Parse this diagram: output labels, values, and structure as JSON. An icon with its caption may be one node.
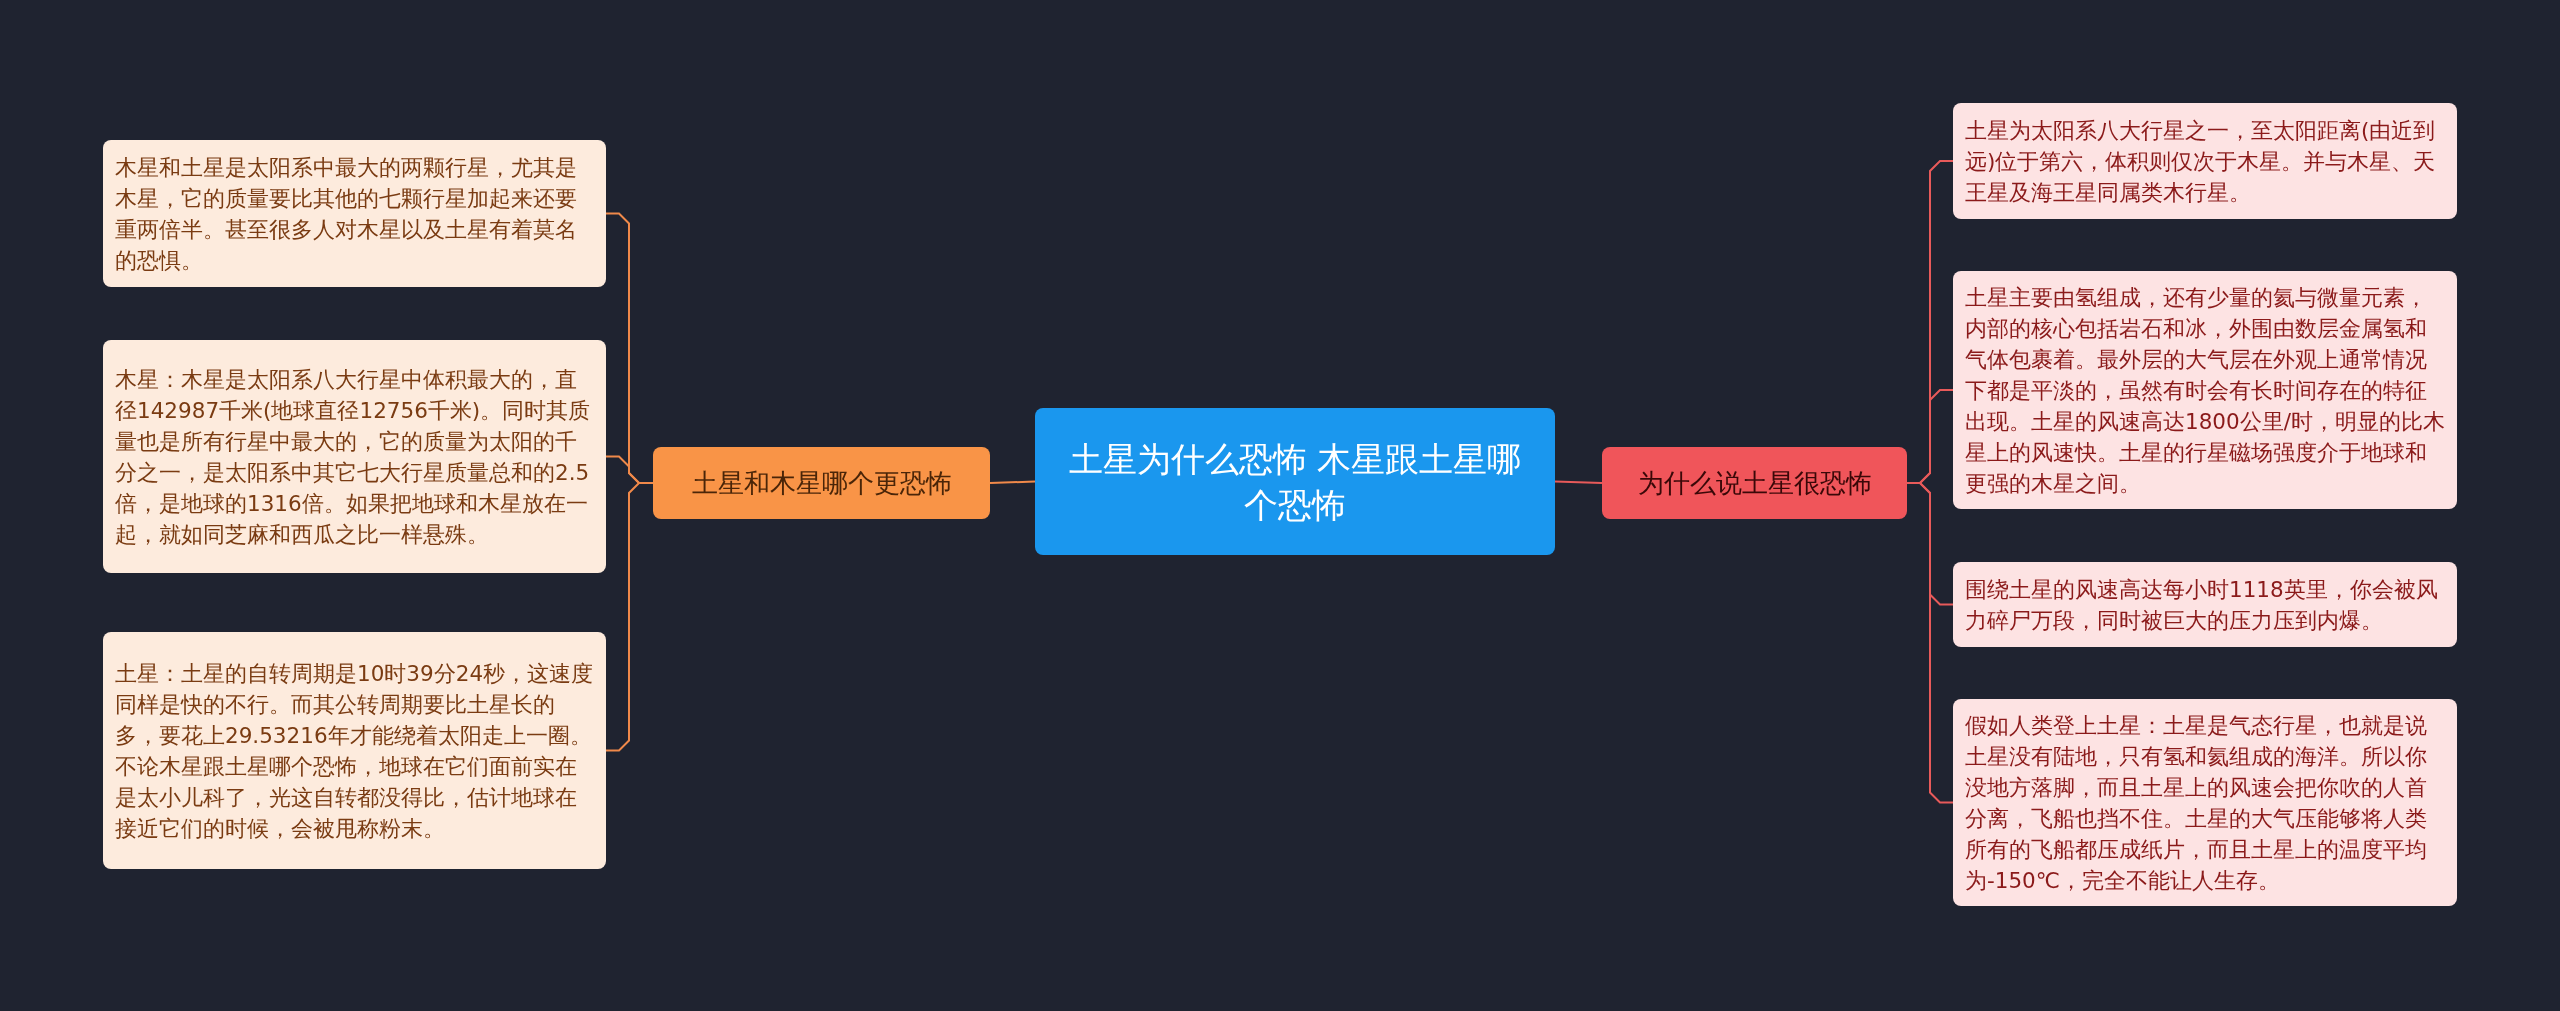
{
  "diagram": {
    "nodes": [
      {
        "text": [
          "土星为什么恐怖 木星跟土星哪个恐怖"
        ]
      },
      {
        "text": [
          "土星和木星哪个更恐怖"
        ]
      },
      {
        "text": [
          "木星和土星是太阳系中最大的两颗行星，尤其是木星，它的质量要比其他的七颗行星加起来还要重两倍半。甚至很多人对木星以及土星有着莫名的恐惧。"
        ]
      },
      {
        "text": [
          "木星：木星是太阳系八大行星中体积最大的，直径142987千米(地球直径12756千米)。同时其质量也是所有行星中最大的，它的质量为太阳的千分之一，是太阳系中其它七大行星质量总和的2.5倍，是地球的1316倍。如果把地球和木星放在一起，就如同芝麻和西瓜之比一样悬殊。"
        ]
      },
      {
        "text": [
          "土星：土星的自转周期是10时39分24秒，这速度同样是快的不行。而其公转周期要比土星长的多，要花上29.53216年才能绕着太阳走上一圈。不论木星跟土星哪个恐怖，地球在它们面前实在是太小儿科了，光这自转都没得比，估计地球在接近它们的时候，会被甩称粉末。"
        ]
      },
      {
        "text": [
          "为什么说土星很恐怖"
        ]
      },
      {
        "text": [
          "土星为太阳系八大行星之一，至太阳距离(由近到远)位于第六，体积则仅次于木星。并与木星、天王星及海王星同属类木行星。"
        ]
      },
      {
        "text": [
          "土星主要由氢组成，还有少量的氦与微量元素，内部的核心包括岩石和冰，外围由数层金属氢和气体包裹着。最外层的大气层在外观上通常情况下都是平淡的，虽然有时会有长时间存在的特征出现。土星的风速高达1800公里/时，明显的比木星上的风速快。土星的行星磁场强度介于地球和更强的木星之间。"
        ]
      },
      {
        "text": [
          "围绕土星的风速高达每小时1118英里，你会被风力碎尸万段，同时被巨大的压力压到内爆。"
        ]
      },
      {
        "text": [
          "假如人类登上土星：土星是气态行星，也就是说土星没有陆地，只有氢和氦组成的海洋。所以你没地方落脚，而且土星上的风速会把你吹的人首分离，飞船也挡不住。土星的大气压能够将人类所有的飞船都压成纸片，而且土星上的温度平均为-150℃，完全不能让人生存。"
        ]
      }
    ],
    "edges": [
      {
        "from": 0,
        "to": 1,
        "arrow": "none",
        "color": "#f0894a"
      },
      {
        "from": 1,
        "to": 2,
        "arrow": "none",
        "color": "#f0894a"
      },
      {
        "from": 1,
        "to": 3,
        "arrow": "none",
        "color": "#f0894a"
      },
      {
        "from": 1,
        "to": 4,
        "arrow": "none",
        "color": "#f0894a"
      },
      {
        "from": 0,
        "to": 5,
        "arrow": "none",
        "color": "#e85a5a"
      },
      {
        "from": 5,
        "to": 6,
        "arrow": "none",
        "color": "#e85a5a"
      },
      {
        "from": 5,
        "to": 7,
        "arrow": "none",
        "color": "#e85a5a"
      },
      {
        "from": 5,
        "to": 8,
        "arrow": "none",
        "color": "#e85a5a"
      },
      {
        "from": 5,
        "to": 9,
        "arrow": "none",
        "color": "#e85a5a"
      }
    ]
  }
}
